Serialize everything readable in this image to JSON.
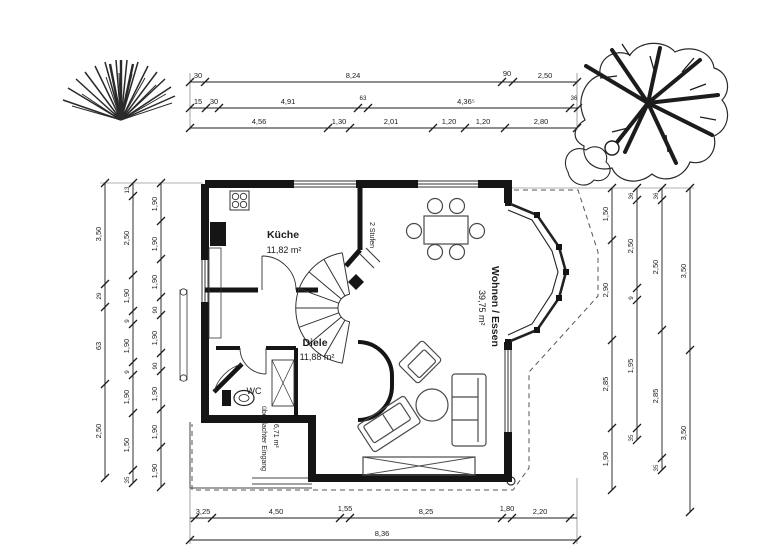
{
  "rooms": {
    "kueche": {
      "name": "Küche",
      "area": "11,82 m²"
    },
    "diele": {
      "name": "Diele",
      "area": "11,88 m²"
    },
    "wc": {
      "name": "WC"
    },
    "wohnen": {
      "name": "Wohnen / Essen",
      "area": "39,75 m²"
    },
    "eingang": {
      "name": "überdachter Eingang",
      "area": "6,71 m²"
    },
    "stufen": "2 Stufen"
  },
  "dims": {
    "top1": [
      "30",
      "8,24",
      "90",
      "2,50"
    ],
    "top2": [
      "15",
      "30",
      "4,91",
      "63",
      "4,36⁵",
      "36"
    ],
    "top3": [
      "4,56",
      "1,30",
      "2,01",
      "1,20",
      "1,20",
      "2,80"
    ],
    "bottom1": [
      "3,25",
      "4,50",
      "1,55",
      "8,25",
      "1,80",
      "2,20"
    ],
    "bottom2": [
      "8,36"
    ],
    "left_outer": [
      "3,50",
      "29",
      "63",
      "2,50"
    ],
    "left_mid": [
      "13",
      "2,50",
      "1,90",
      "9",
      "1,90",
      "9",
      "1,90",
      "1,50",
      "35"
    ],
    "left_inner": [
      "1,90",
      "1,90",
      "1,90",
      "90",
      "1,90",
      "90",
      "1,90",
      "1,90",
      "1,90"
    ],
    "right1": [
      "1,50",
      "2,90",
      "2,85",
      "1,90"
    ],
    "right2": [
      "36",
      "2,50",
      "9",
      "1,95",
      "35"
    ],
    "right3": [
      "36",
      "2,50",
      "2,85",
      "35"
    ],
    "right4": [
      "3,50",
      "3,50"
    ]
  },
  "colors": {
    "ink": "#1c1c1c",
    "furniture": "#4a4a4a",
    "paper": "#ffffff"
  }
}
